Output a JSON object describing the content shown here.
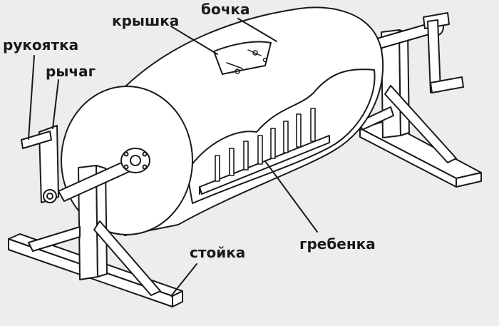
{
  "labels": {
    "bochka": "бочка",
    "kryshka": "крышка",
    "rukoyatka": "рукоятка",
    "rychag": "рычаг",
    "stoyka": "стойка",
    "grebenka": "гребенка"
  },
  "colors": {
    "background": "#ededed",
    "line": "#1a1a1a",
    "fill": "#ffffff"
  }
}
